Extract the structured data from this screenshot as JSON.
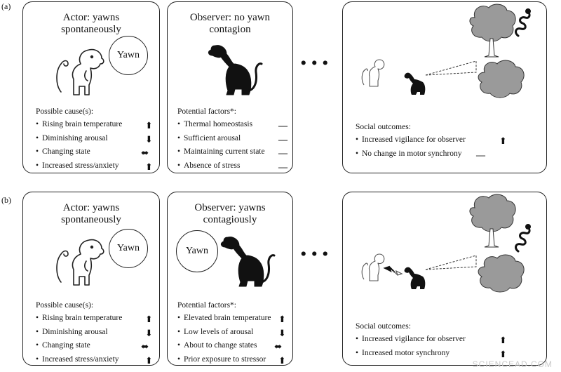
{
  "panels": [
    {
      "label": "(a)",
      "actor": {
        "title": [
          "Actor: yawns",
          "spontaneously"
        ],
        "speech": "Yawn",
        "factor_heading": "Possible cause(s):",
        "items": [
          {
            "text": "Rising brain temperature",
            "indicator": "⬆",
            "indicator_name": "up-arrow-icon"
          },
          {
            "text": "Diminishing arousal",
            "indicator": "⬇",
            "indicator_name": "down-arrow-icon"
          },
          {
            "text": "Changing state",
            "indicator": "⬌",
            "indicator_name": "double-arrow-icon"
          },
          {
            "text": "Increased stress/anxiety",
            "indicator": "⬆",
            "indicator_name": "up-arrow-icon"
          }
        ]
      },
      "observer": {
        "title": [
          "Observer: no yawn",
          "contagion"
        ],
        "speech": "",
        "factor_heading": "Potential factors*:",
        "items": [
          {
            "text": "Thermal homeostasis",
            "indicator": "—",
            "indicator_name": "dash-icon"
          },
          {
            "text": "Sufficient arousal",
            "indicator": "—",
            "indicator_name": "dash-icon"
          },
          {
            "text": "Maintaining current state",
            "indicator": "—",
            "indicator_name": "dash-icon"
          },
          {
            "text": "Absence of stress",
            "indicator": "—",
            "indicator_name": "dash-icon"
          }
        ]
      },
      "outcome": {
        "heading": "Social outcomes:",
        "items": [
          {
            "text": "Increased vigilance for observer",
            "indicator": "⬆",
            "indicator_name": "up-arrow-icon"
          },
          {
            "text": "No change in motor synchrony",
            "indicator": "—",
            "indicator_name": "dash-icon"
          }
        ]
      }
    },
    {
      "label": "(b)",
      "actor": {
        "title": [
          "Actor: yawns",
          "spontaneously"
        ],
        "speech": "Yawn",
        "factor_heading": "Possible cause(s):",
        "items": [
          {
            "text": "Rising brain temperature",
            "indicator": "⬆",
            "indicator_name": "up-arrow-icon"
          },
          {
            "text": "Diminishing arousal",
            "indicator": "⬇",
            "indicator_name": "down-arrow-icon"
          },
          {
            "text": "Changing state",
            "indicator": "⬌",
            "indicator_name": "double-arrow-icon"
          },
          {
            "text": "Increased stress/anxiety",
            "indicator": "⬆",
            "indicator_name": "up-arrow-icon"
          }
        ]
      },
      "observer": {
        "title": [
          "Observer: yawns",
          "contagiously"
        ],
        "speech": "Yawn",
        "factor_heading": "Potential factors*:",
        "items": [
          {
            "text": "Elevated brain temperature",
            "indicator": "⬆",
            "indicator_name": "up-arrow-icon"
          },
          {
            "text": "Low levels of arousal",
            "indicator": "⬇",
            "indicator_name": "down-arrow-icon"
          },
          {
            "text": "About to change states",
            "indicator": "⬌",
            "indicator_name": "double-arrow-icon"
          },
          {
            "text": "Prior exposure to stressor",
            "indicator": "⬆",
            "indicator_name": "up-arrow-icon"
          }
        ]
      },
      "outcome": {
        "heading": "Social outcomes:",
        "items": [
          {
            "text": "Increased vigilance for observer",
            "indicator": "⬆",
            "indicator_name": "up-arrow-icon"
          },
          {
            "text": "Increased motor synchrony",
            "indicator": "⬆",
            "indicator_name": "up-arrow-icon"
          }
        ]
      }
    }
  ],
  "ellipsis": "...",
  "watermark": "SCIENCEAD.COM"
}
